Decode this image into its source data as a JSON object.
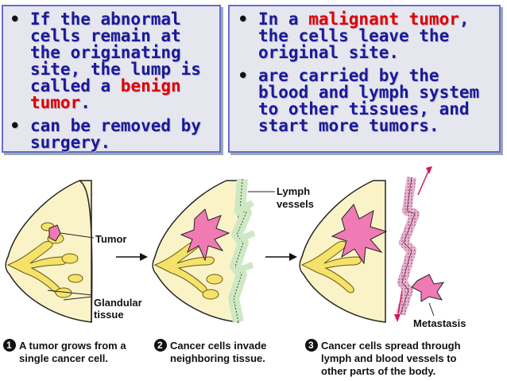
{
  "left_box": {
    "bullets": [
      {
        "pre": "If the abnormal cells remain at the originating site, the lump is called a ",
        "highlight": "benign tumor",
        "post": "."
      },
      {
        "pre": "can be removed by surgery.",
        "highlight": "",
        "post": ""
      }
    ]
  },
  "right_box": {
    "bullets": [
      {
        "pre": "In a ",
        "highlight": "malignant tumor",
        "post": ", the cells leave the original site."
      },
      {
        "pre": "are carried by the blood and lymph system to other tissues, and start more tumors.",
        "highlight": "",
        "post": ""
      }
    ]
  },
  "figure": {
    "labels": {
      "lymph_vessels_1": "Lymph",
      "lymph_vessels_2": "vessels",
      "tumor": "Tumor",
      "glandular_1": "Glandular",
      "glandular_2": "tissue",
      "metastasis": "Metastasis"
    },
    "steps": [
      {
        "number": "1",
        "line1": "A tumor grows from a",
        "line2": "single cancer cell.",
        "line3": ""
      },
      {
        "number": "2",
        "line1": "Cancer cells invade",
        "line2": "neighboring tissue.",
        "line3": ""
      },
      {
        "number": "3",
        "line1": "Cancer cells spread through",
        "line2": "lymph and blood vessels to",
        "line3": "other parts of the body."
      }
    ]
  },
  "colors": {
    "text_blue": "#1a1a9a",
    "highlight_red": "#e00000",
    "tumor_pink": "#f07ab4",
    "breast_fill": "#fbf3c8",
    "gland_fill": "#f4e26a",
    "lymph_green": "#cfe8c4"
  }
}
